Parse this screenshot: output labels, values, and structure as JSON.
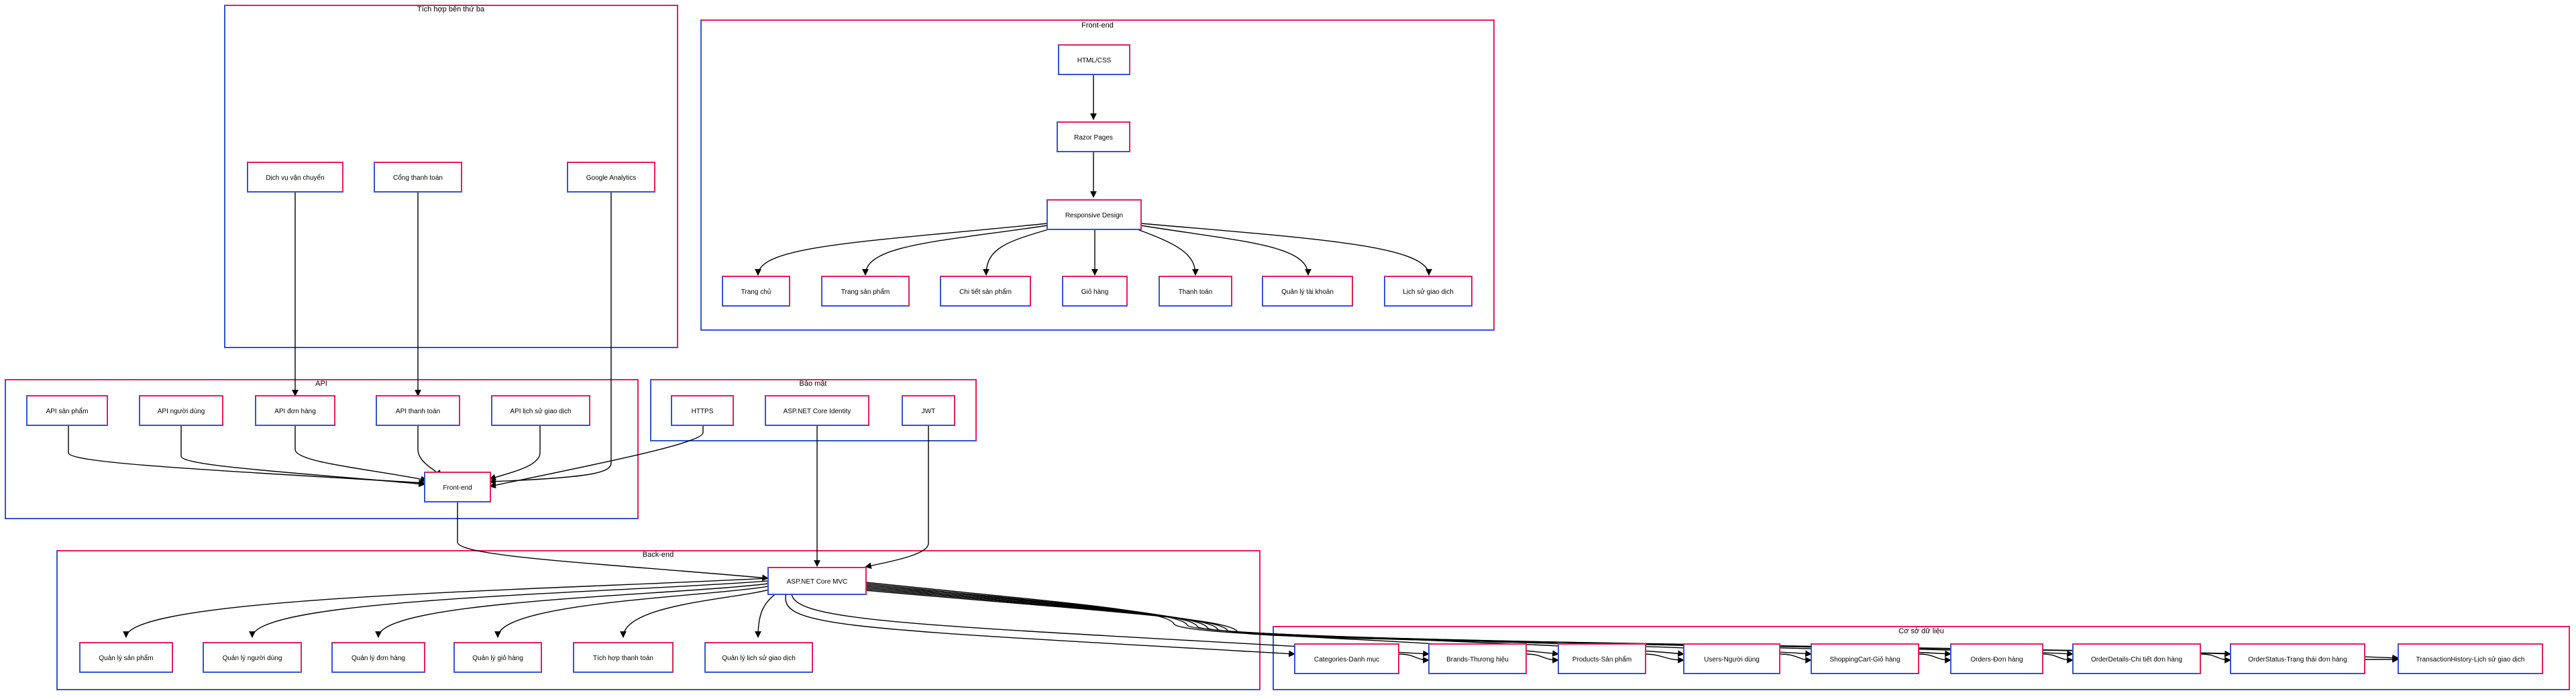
{
  "colors": {
    "border_blue": "#3355cc",
    "border_red": "#e0205a",
    "edge": "#000000"
  },
  "clusters": {
    "third_party": "Tích hợp bên thứ ba",
    "frontend": "Front-end",
    "api": "API",
    "security": "Bảo mật",
    "backend": "Back-end",
    "database": "Cơ sở dữ liệu"
  },
  "nodes": {
    "shipping": "Dịch vụ vận chuyển",
    "payment_gateway": "Cổng thanh toán",
    "google_analytics": "Google Analytics",
    "html_css": "HTML/CSS",
    "razor_pages": "Razor Pages",
    "responsive": "Responsive Design",
    "fe_home": "Trang chủ",
    "fe_products": "Trang sản phẩm",
    "fe_detail": "Chi tiết sản phẩm",
    "fe_cart": "Giỏ hàng",
    "fe_checkout": "Thanh toán",
    "fe_account": "Quản lý tài khoản",
    "fe_history": "Lịch sử giao dịch",
    "api_products": "API sản phẩm",
    "api_users": "API người dùng",
    "api_orders": "API đơn hàng",
    "api_payment": "API thanh toán",
    "api_history": "API lịch sử giao dịch",
    "frontend_node": "Front-end",
    "https": "HTTPS",
    "identity": "ASP.NET Core Identity",
    "jwt": "JWT",
    "mvc": "ASP.NET Core MVC",
    "be_products": "Quản lý sản phẩm",
    "be_users": "Quản lý người dùng",
    "be_orders": "Quản lý đơn hàng",
    "be_cart": "Quản lý giỏ hàng",
    "be_payment": "Tích hợp thanh toán",
    "be_history": "Quản lý lịch sử giao dịch",
    "db_categories": "Categories-Danh mục",
    "db_brands": "Brands-Thương hiệu",
    "db_products": "Products-Sản phẩm",
    "db_users": "Users-Người dùng",
    "db_cart": "ShoppingCart-Giỏ hàng",
    "db_orders": "Orders-Đơn hàng",
    "db_orderdetails": "OrderDetails-Chi tiết đơn hàng",
    "db_orderstatus": "OrderStatus-Trạng thái đơn hàng",
    "db_transactions": "TransactionHistory-Lịch sử giao dịch"
  }
}
